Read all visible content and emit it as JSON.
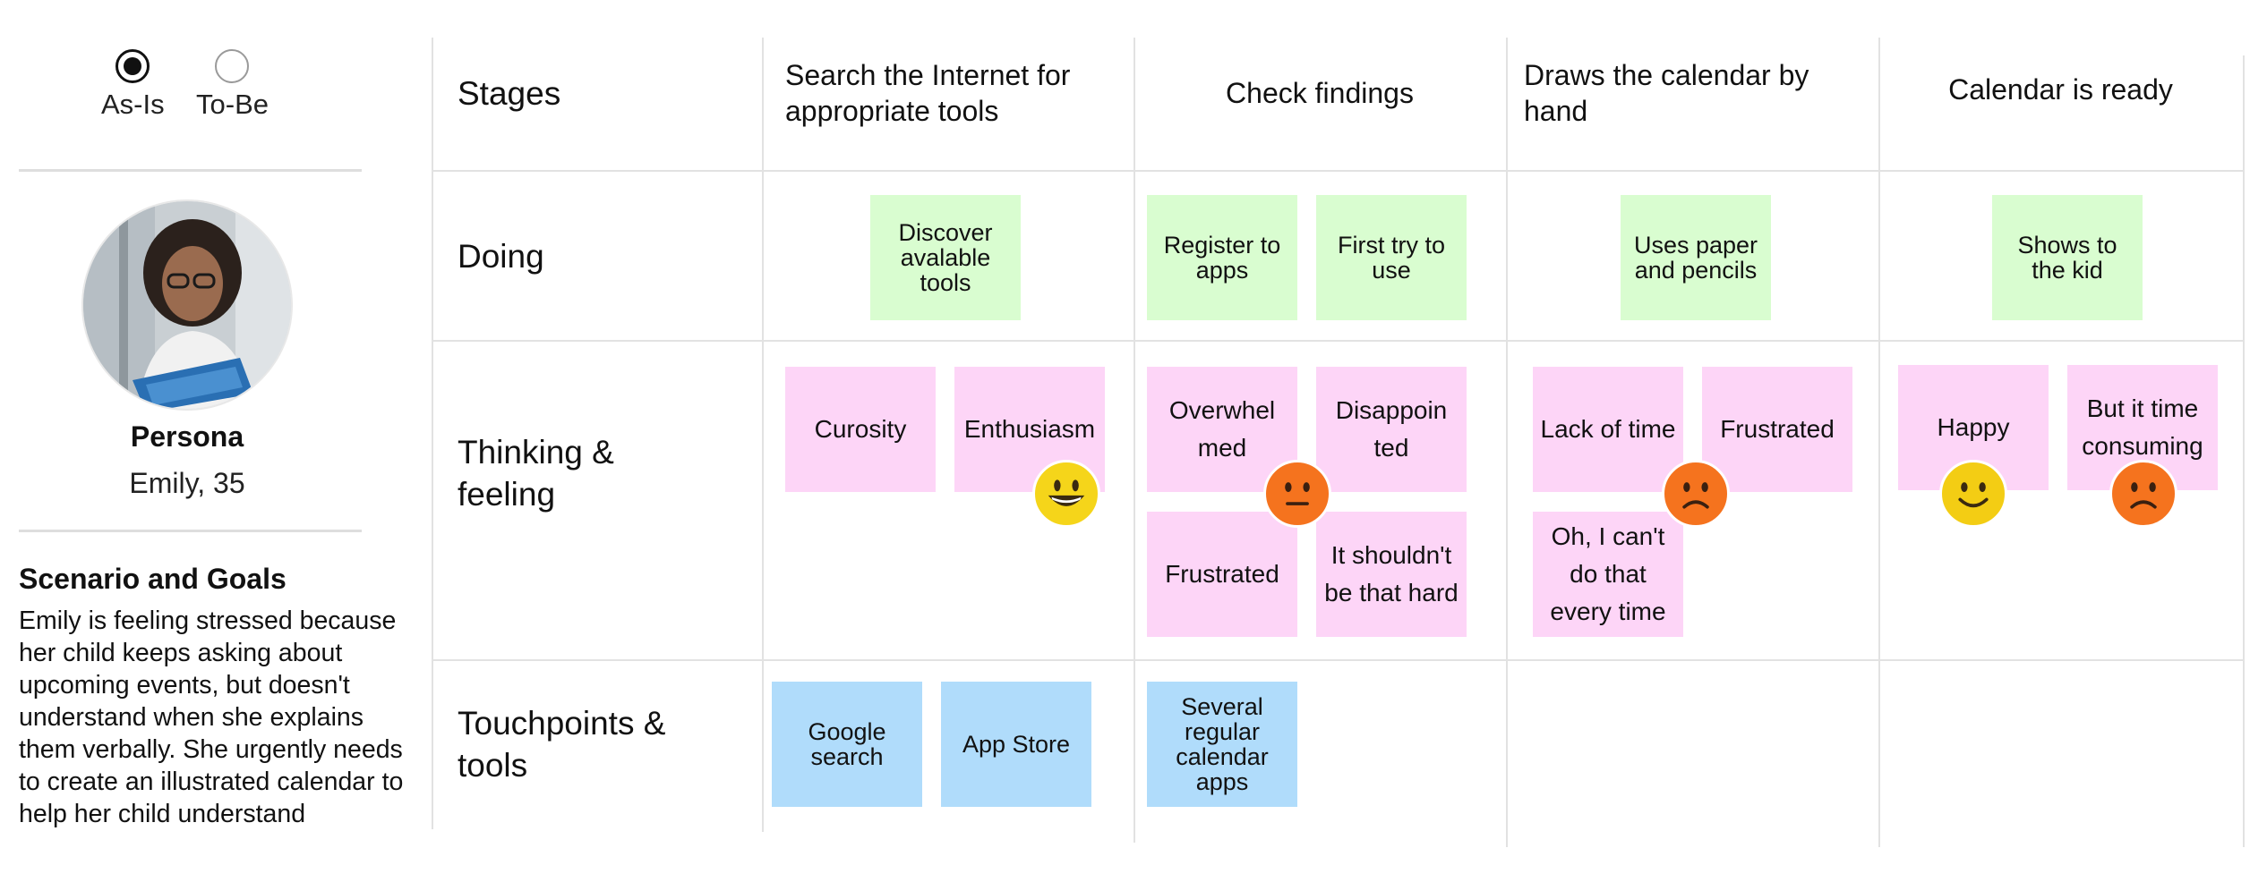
{
  "view_toggle": {
    "options": [
      {
        "label": "As-Is",
        "checked": true
      },
      {
        "label": "To-Be",
        "checked": false
      }
    ]
  },
  "persona": {
    "title": "Persona",
    "name": "Emily, 35"
  },
  "scenario": {
    "title": "Scenario and Goals",
    "text": "Emily is feeling stressed because her child keeps asking about upcoming events, but doesn't understand when she explains them verbally. She urgently needs to create an illustrated calendar to help her child understand"
  },
  "rows": {
    "stages": "Stages",
    "doing": "Doing",
    "thinking_1": "Thinking &",
    "thinking_2": "feeling",
    "touch_1": "Touchpoints &",
    "touch_2": "tools"
  },
  "stages": [
    {
      "label": "Search the Internet for appropriate tools"
    },
    {
      "label": "Check findings"
    },
    {
      "label": "Draws the calendar by hand"
    },
    {
      "label": "Calendar is ready"
    }
  ],
  "doing": {
    "s1": [
      "Discover avalable tools"
    ],
    "s2": [
      "Register to apps",
      "First try to use"
    ],
    "s3": [
      "Uses paper and pencils"
    ],
    "s4": [
      "Shows to the kid"
    ]
  },
  "thinking": {
    "s1": [
      "Curosity",
      "Enthusiasm"
    ],
    "s2": [
      "Overwhel med",
      "Disappoin ted",
      "Frustrated",
      "It shouldn't be that hard"
    ],
    "s3": [
      "Lack of time",
      "Frustrated",
      "Oh, I can't do that every time"
    ],
    "s4": [
      "Happy",
      "But it time consuming"
    ]
  },
  "touchpoints": {
    "s1": [
      "Google search",
      "App Store"
    ],
    "s2": [
      "Several regular calendar apps"
    ]
  },
  "emotions": {
    "s1": "grinning",
    "s2": "neutral",
    "s3": "frowning",
    "s4": [
      "smiling",
      "frowning"
    ]
  },
  "colors": {
    "doing_note": "#d9fdd0",
    "feeling_note": "#fdd5f7",
    "touchpoint_note": "#b0dcfb",
    "emoji_yellow": "#f5d51a",
    "emoji_orange": "#f5731e"
  }
}
